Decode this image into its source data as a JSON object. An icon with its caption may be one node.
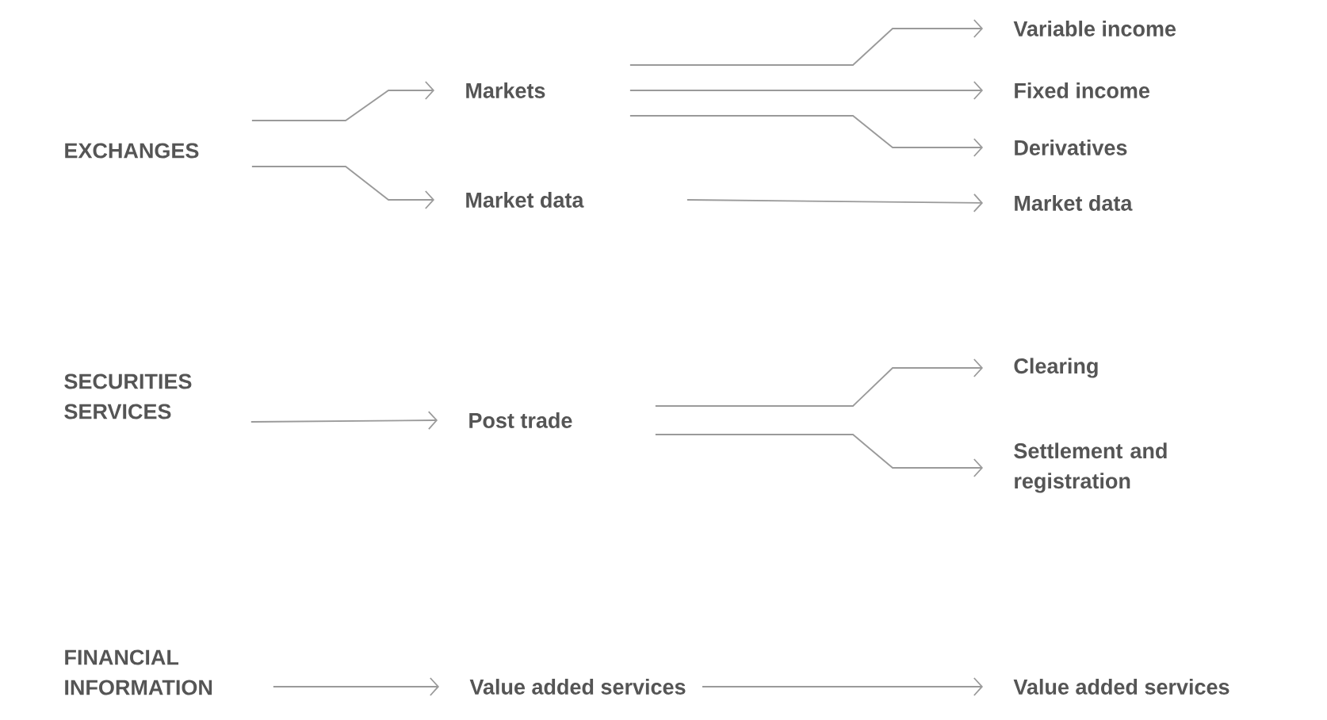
{
  "diagram": {
    "nodes": [
      {
        "text": [
          "EXCHANGES"
        ]
      },
      {
        "text": [
          "Markets"
        ]
      },
      {
        "text": [
          "Market data"
        ]
      },
      {
        "text": [
          "Variable income"
        ]
      },
      {
        "text": [
          "Fixed income"
        ]
      },
      {
        "text": [
          "Derivatives"
        ]
      },
      {
        "text": [
          "Market data"
        ]
      },
      {
        "text": [
          "SECURITIES SERVICES"
        ]
      },
      {
        "text": [
          "Post trade"
        ]
      },
      {
        "text": [
          "Clearing"
        ]
      },
      {
        "text": [
          "Settlement and registration"
        ]
      },
      {
        "text": [
          "FINANCIAL INFORMATION"
        ]
      },
      {
        "text": [
          "Value added services"
        ]
      },
      {
        "text": [
          "Value added services"
        ]
      }
    ],
    "edges": [
      {
        "from": 0,
        "to": 1,
        "arrow": "to"
      },
      {
        "from": 0,
        "to": 2,
        "arrow": "to"
      },
      {
        "from": 1,
        "to": 3,
        "arrow": "to"
      },
      {
        "from": 1,
        "to": 4,
        "arrow": "to"
      },
      {
        "from": 1,
        "to": 5,
        "arrow": "to"
      },
      {
        "from": 2,
        "to": 6,
        "arrow": "to"
      },
      {
        "from": 7,
        "to": 8,
        "arrow": "to"
      },
      {
        "from": 8,
        "to": 9,
        "arrow": "to"
      },
      {
        "from": 8,
        "to": 10,
        "arrow": "to"
      },
      {
        "from": 11,
        "to": 12,
        "arrow": "to"
      },
      {
        "from": 12,
        "to": 13,
        "arrow": "to"
      }
    ]
  }
}
